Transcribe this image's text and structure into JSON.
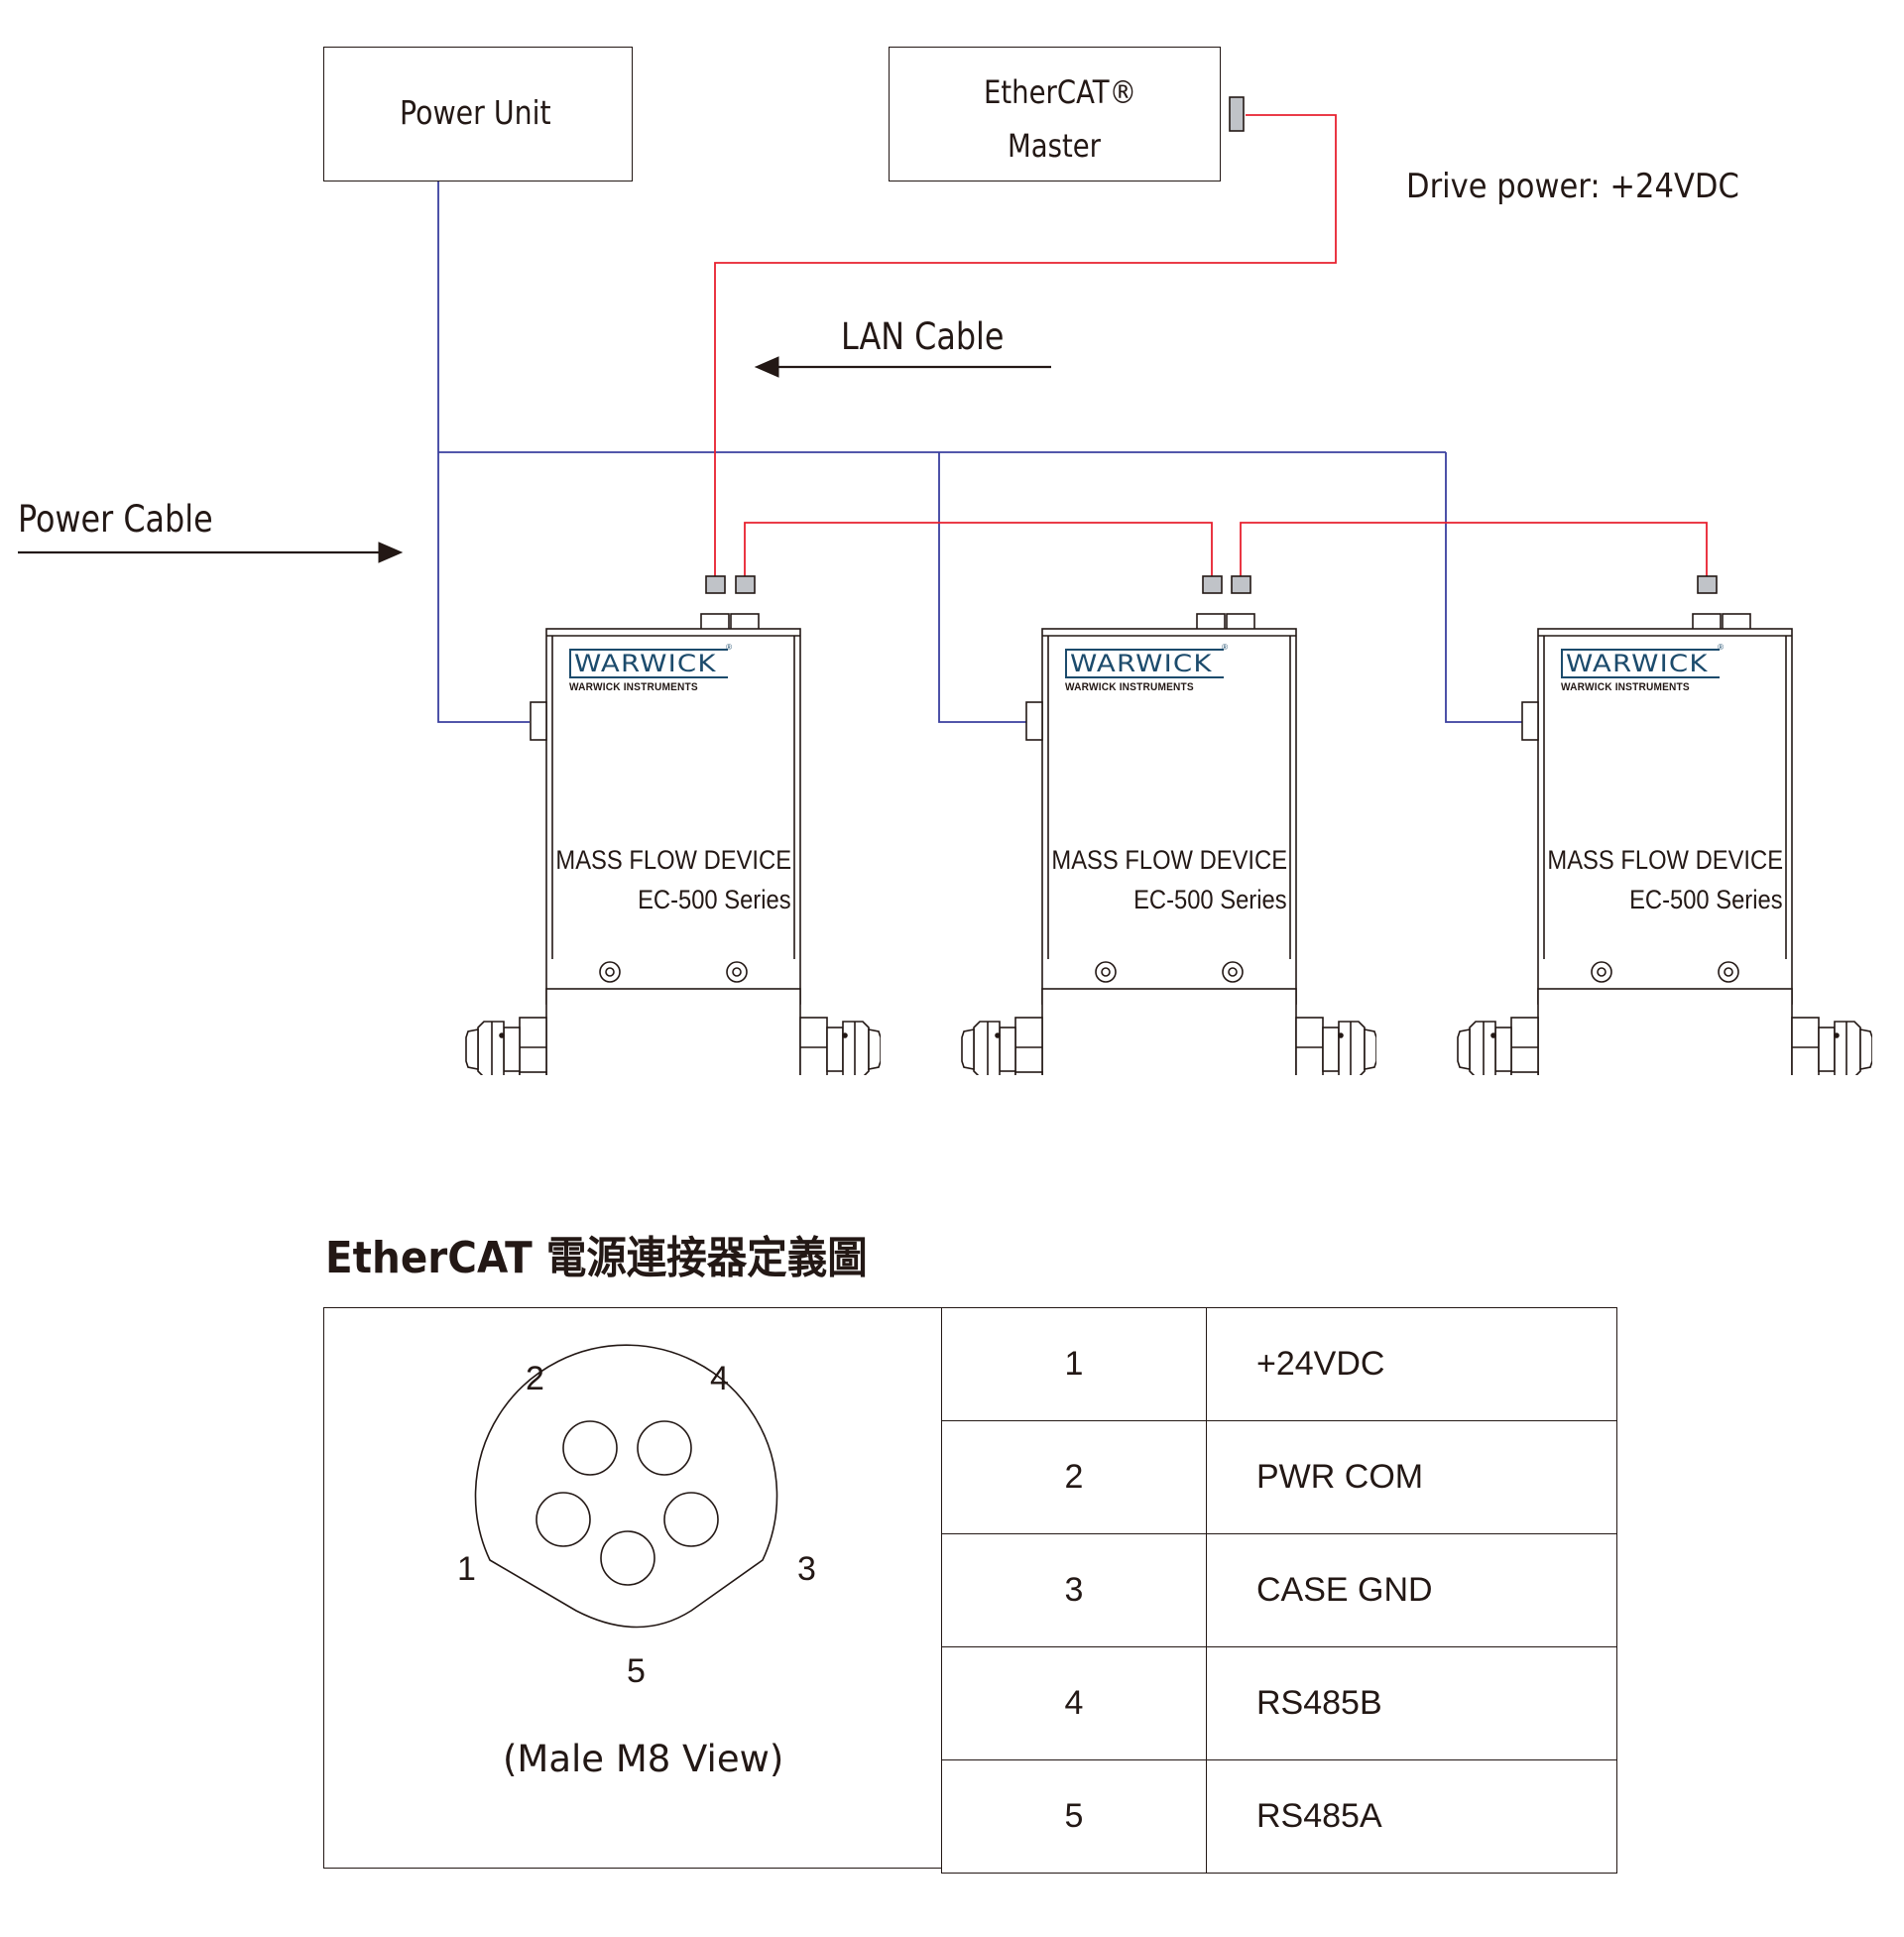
{
  "diagram": {
    "power_unit_label": "Power Unit",
    "master_label_line1": "EtherCAT®",
    "master_label_line2": "Master",
    "drive_power_label": "Drive power:  +24VDC",
    "lan_cable_label": "LAN Cable",
    "power_cable_label": "Power Cable",
    "colors": {
      "lan_cable": "#e8202f",
      "power_cable": "#3a3f9f",
      "outline": "#231815",
      "port_fill": "#c0c3c8",
      "brand": "#1c4b6c"
    },
    "devices": [
      {
        "brand": "WARWICK",
        "brand_sub": "WARWICK INSTRUMENTS",
        "title": "MASS FLOW DEVICE",
        "series": "EC-500 Series"
      },
      {
        "brand": "WARWICK",
        "brand_sub": "WARWICK INSTRUMENTS",
        "title": "MASS FLOW DEVICE",
        "series": "EC-500 Series"
      },
      {
        "brand": "WARWICK",
        "brand_sub": "WARWICK INSTRUMENTS",
        "title": "MASS FLOW DEVICE",
        "series": "EC-500 Series"
      }
    ]
  },
  "connector": {
    "title": "EtherCAT 電源連接器定義圖",
    "view_label": "(Male M8 View)",
    "pin_labels": [
      "1",
      "2",
      "3",
      "4",
      "5"
    ],
    "pins": [
      {
        "pin": "1",
        "signal": "+24VDC"
      },
      {
        "pin": "2",
        "signal": "PWR COM"
      },
      {
        "pin": "3",
        "signal": "CASE GND"
      },
      {
        "pin": "4",
        "signal": "RS485B"
      },
      {
        "pin": "5",
        "signal": "RS485A"
      }
    ]
  }
}
